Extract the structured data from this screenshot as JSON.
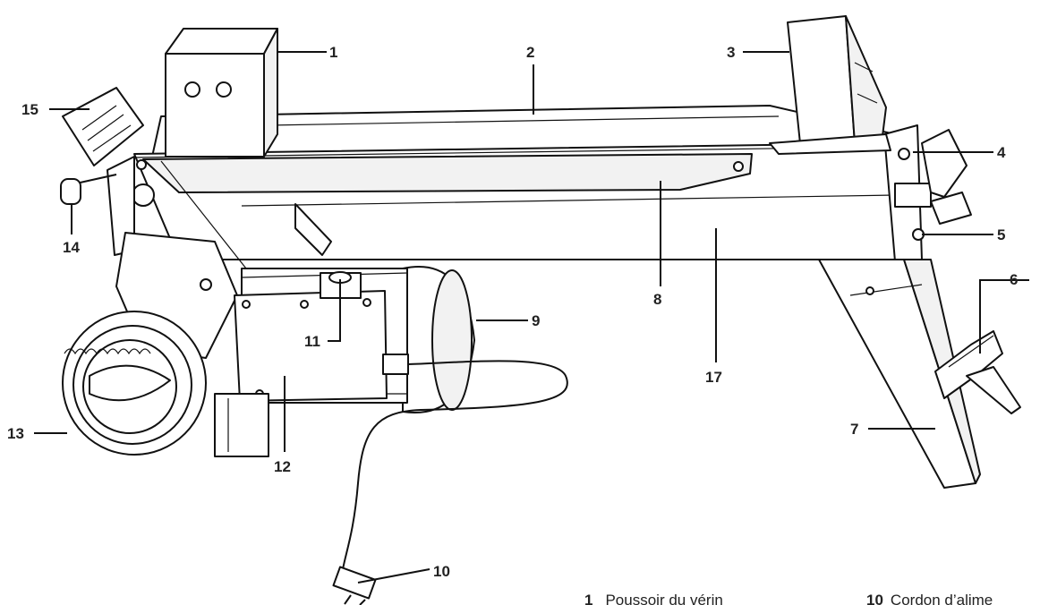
{
  "callouts": {
    "c1": "1",
    "c2": "2",
    "c3": "3",
    "c4": "4",
    "c5": "5",
    "c6": "6",
    "c7": "7",
    "c8": "8",
    "c9": "9",
    "c10": "10",
    "c11": "11",
    "c12": "12",
    "c13": "13",
    "c14": "14",
    "c15": "15",
    "c17": "17"
  },
  "legend": [
    {
      "number": "1",
      "label": "Poussoir du vérin"
    },
    {
      "number": "10",
      "label": "Cordon d’alime"
    }
  ]
}
